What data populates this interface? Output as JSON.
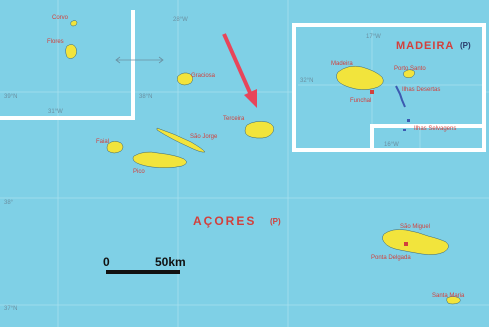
{
  "main_title": "AÇORES",
  "main_title_suffix": "(P)",
  "inset_title": "MADEIRA",
  "inset_title_suffix": "(P)",
  "scale": {
    "zero": "0",
    "distance": "50km"
  },
  "islands": {
    "corvo": "Corvo",
    "flores": "Flores",
    "graciosa": "Graciosa",
    "terceira": "Terceira",
    "sao_jorge": "São Jorge",
    "faial": "Faial",
    "pico": "Pico",
    "sao_miguel": "São Miguel",
    "ponta_delgada": "Ponta Delgada",
    "santa_maria": "Santa Maria",
    "madeira": "Madeira",
    "funchal": "Funchal",
    "porto_santo": "Porto Santo",
    "ilhas_desertas": "Ilhas Desertas",
    "ilhas_selvagens": "Ilhas Selvagens"
  },
  "coords": {
    "lat39": "39°N",
    "lon31": "31°W",
    "lat38n": "38°N",
    "lat38": "38°",
    "lat37": "37°N",
    "lon28": "28°W",
    "lon17": "17°W",
    "lat32": "32°N",
    "lon16": "16°W"
  },
  "colors": {
    "sea": "#7fd0e6",
    "land": "#f2e43c",
    "text": "#d2403c",
    "grid": "#a8e0ee",
    "arrow": "#e8455a",
    "frame": "#ffffff"
  }
}
